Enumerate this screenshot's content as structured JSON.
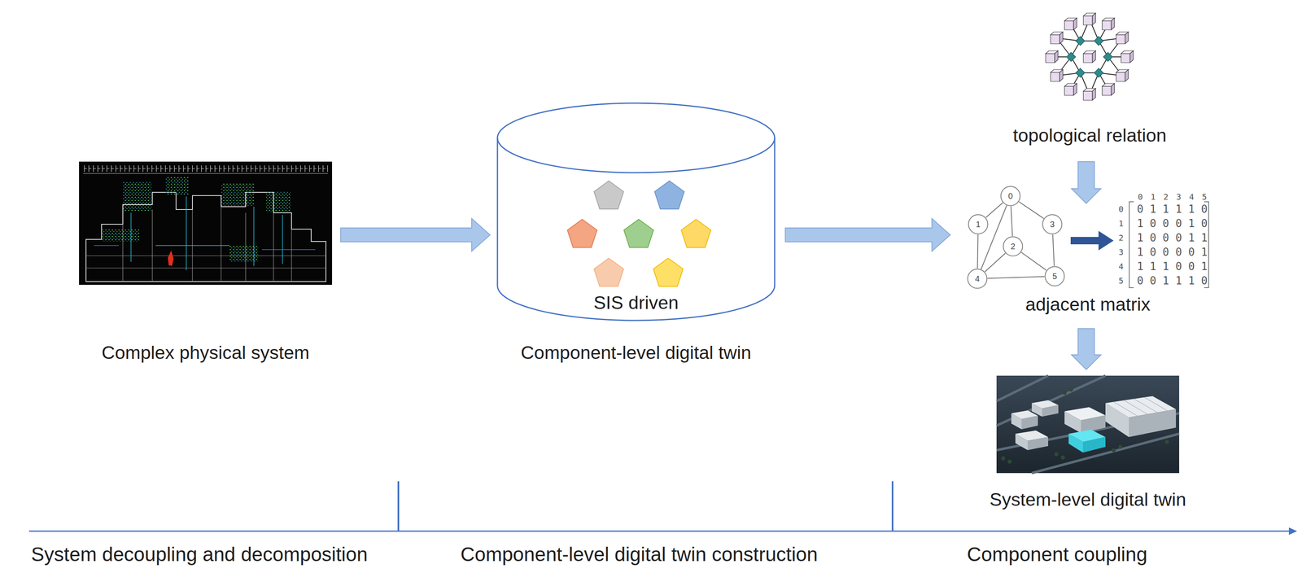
{
  "diagram": {
    "nodes": [
      {
        "text": [
          "Complex physical system"
        ]
      },
      {
        "text": [
          "SIS driven",
          "Component-level digital twin"
        ]
      },
      {
        "text": [
          "topological relation"
        ]
      },
      {
        "text": [
          "0"
        ]
      },
      {
        "text": [
          "1"
        ]
      },
      {
        "text": [
          "2"
        ]
      },
      {
        "text": [
          "3"
        ]
      },
      {
        "text": [
          "4"
        ]
      },
      {
        "text": [
          "5"
        ]
      },
      {
        "text": [
          "0 1 1 1 1 0",
          "1 0 0 0 1 0",
          "1 0 0 0 1 1",
          "1 0 0 0 0 1",
          "1 1 1 0 0 1",
          "0 0 1 1 1 0"
        ]
      },
      {
        "text": [
          "System-level digital twin"
        ]
      }
    ],
    "edges": [
      {
        "from": 0,
        "to": 1,
        "arrow": "to"
      },
      {
        "from": 1,
        "to": 4,
        "arrow": "to"
      },
      {
        "from": 2,
        "to": 9,
        "arrow": "to"
      },
      {
        "from": 6,
        "to": 9,
        "arrow": "to"
      },
      {
        "from": 9,
        "to": 10,
        "arrow": "to"
      },
      {
        "from": 3,
        "to": 4,
        "arrow": "none"
      },
      {
        "from": 3,
        "to": 5,
        "arrow": "none"
      },
      {
        "from": 3,
        "to": 6,
        "arrow": "none"
      },
      {
        "from": 3,
        "to": 7,
        "arrow": "none"
      },
      {
        "from": 4,
        "to": 7,
        "arrow": "none"
      },
      {
        "from": 5,
        "to": 7,
        "arrow": "none"
      },
      {
        "from": 5,
        "to": 8,
        "arrow": "none"
      },
      {
        "from": 6,
        "to": 8,
        "arrow": "none"
      },
      {
        "from": 7,
        "to": 8,
        "arrow": "none"
      }
    ],
    "labels": [
      "0",
      "1",
      "2",
      "3",
      "4",
      "5",
      "0",
      "1",
      "2",
      "3",
      "4",
      "5",
      "adjacent matrix",
      "System decoupling and decomposition",
      "Component-level digital twin construction",
      "Component coupling"
    ]
  }
}
